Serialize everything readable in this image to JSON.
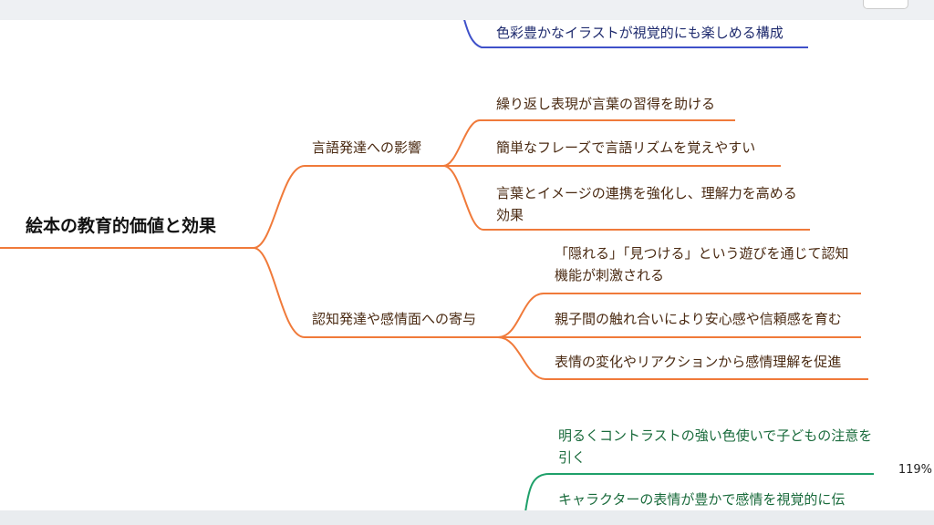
{
  "mindmap": {
    "root": "絵本の教育的価値と効果",
    "branches": [
      {
        "label": "",
        "color": "#3f51c9",
        "children": [
          "色彩豊かなイラストが視覚的にも楽しめる構成"
        ]
      },
      {
        "label": "言語発達への影響",
        "color": "#f07a3a",
        "children": [
          "繰り返し表現が言葉の習得を助ける",
          "簡単なフレーズで言語リズムを覚えやすい",
          "言葉とイメージの連携を強化し、理解力を高める効果"
        ]
      },
      {
        "label": "認知発達や感情面への寄与",
        "color": "#f07a3a",
        "children": [
          "「隠れる」「見つける」という遊びを通じて認知機能が刺激される",
          "親子間の触れ合いにより安心感や信頼感を育む",
          "表情の変化やリアクションから感情理解を促進"
        ]
      },
      {
        "label": "",
        "color": "#1fa06a",
        "children": [
          "明るくコントラストの強い色使いで子どもの注意を引く",
          "キャラクターの表情が豊かで感情を視覚的に伝"
        ]
      }
    ]
  },
  "status": {
    "zoom": "119%"
  }
}
